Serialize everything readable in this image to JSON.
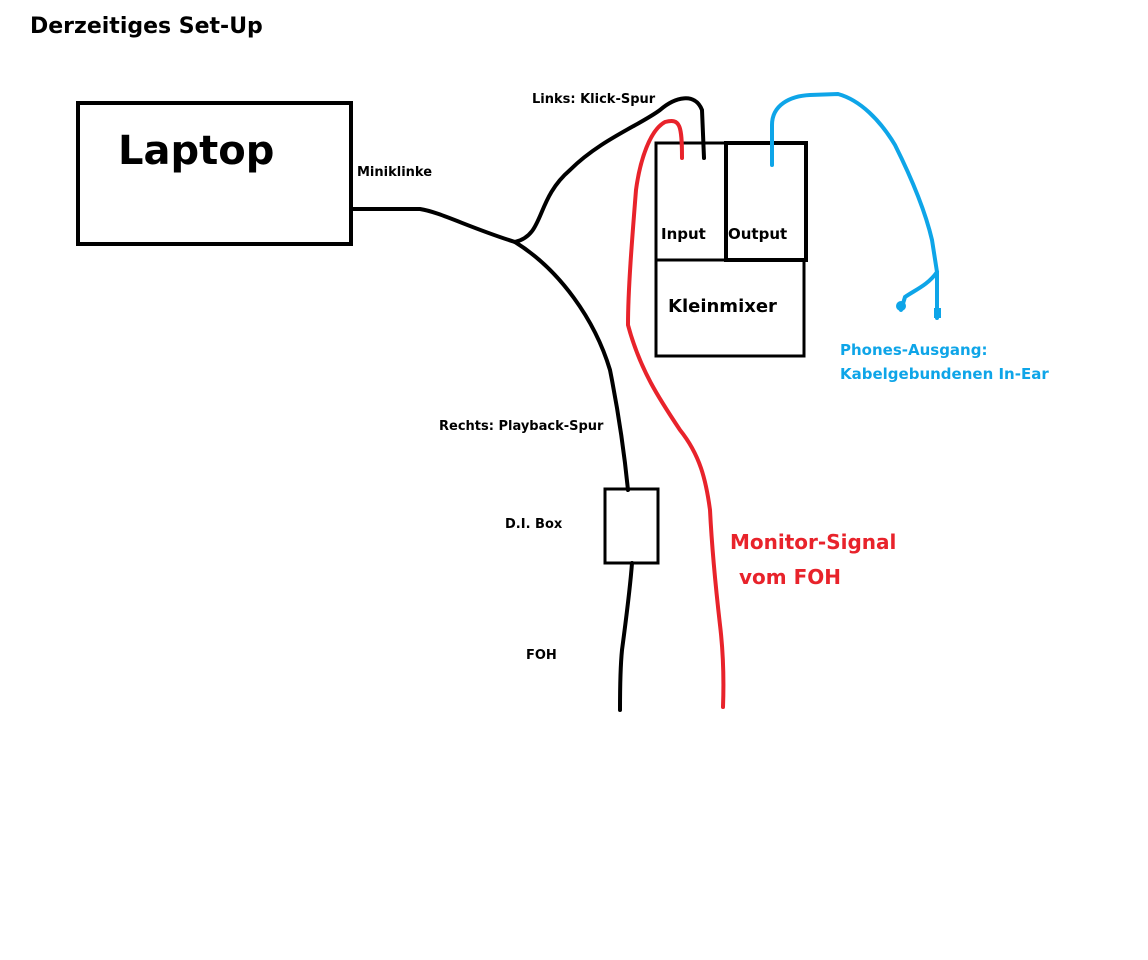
{
  "title": "Derzeitiges Set-Up",
  "nodes": {
    "laptop": "Laptop",
    "mixer": "Kleinmixer",
    "mixer_input": "Input",
    "mixer_output": "Output",
    "di_box": "D.I. Box"
  },
  "labels": {
    "miniklinke": "Miniklinke",
    "links": "Links: Klick-Spur",
    "rechts": "Rechts: Playback-Spur",
    "foh": "FOH",
    "phones_line1": "Phones-Ausgang:",
    "phones_line2": "Kabelgebundenen In-Ear",
    "monitor_line1": "Monitor-Signal",
    "monitor_line2": "vom FOH"
  },
  "colors": {
    "cable_black": "#000000",
    "cable_red": "#e8232b",
    "cable_blue": "#0ea5e8"
  }
}
